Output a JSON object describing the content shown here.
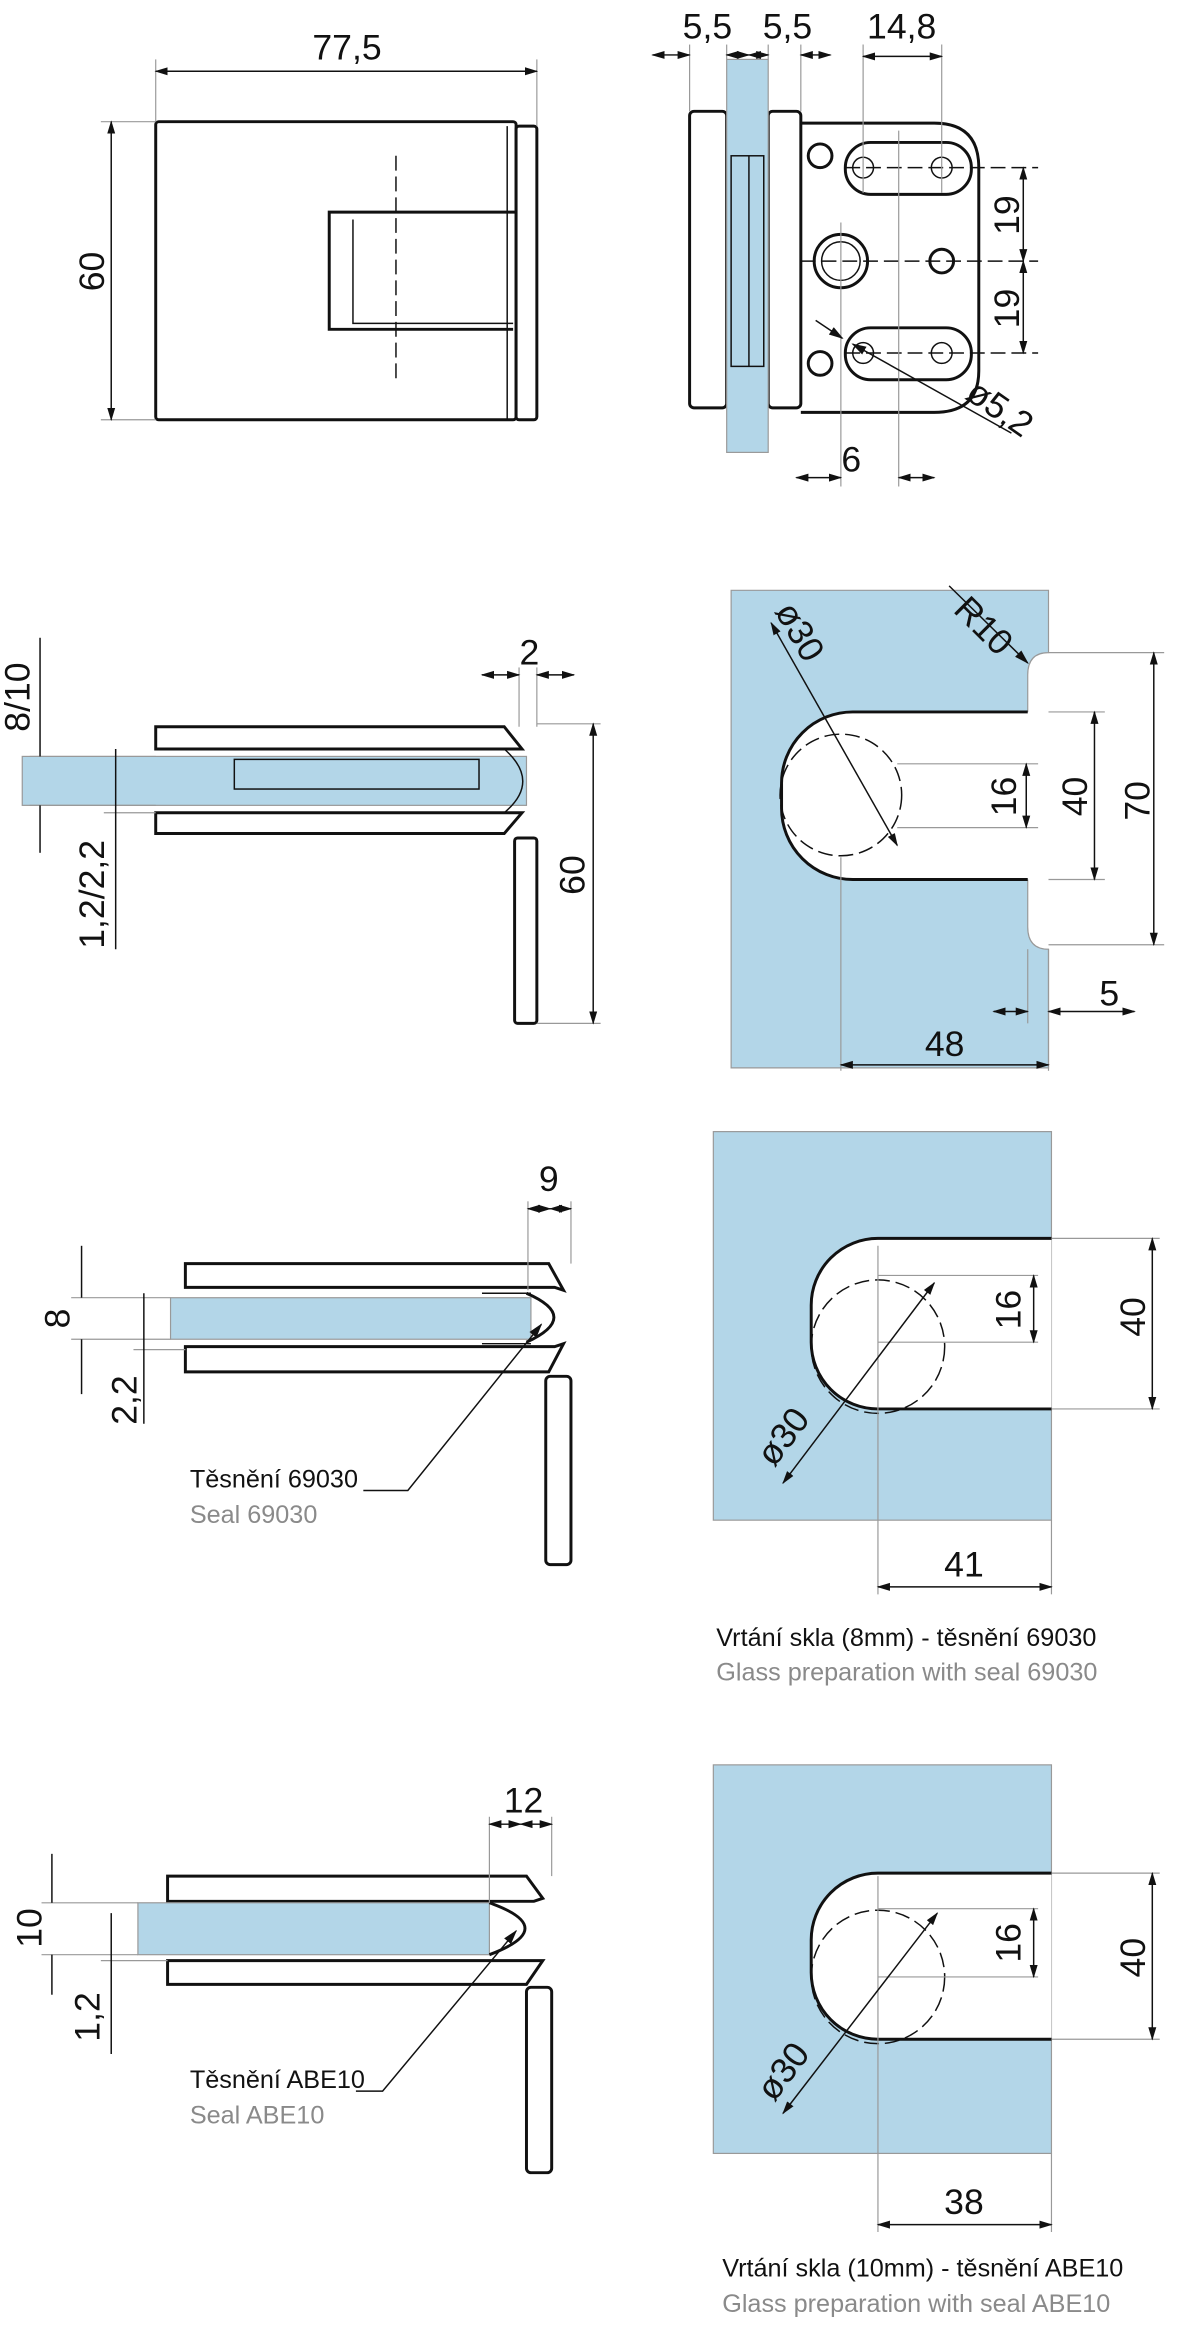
{
  "front_view": {
    "width_dim": "77,5",
    "height_dim": "60"
  },
  "side_view": {
    "glass_gap_left": "5,5",
    "glass_gap_right": "5,5",
    "slot_length": "14,8",
    "spacing_top": "19",
    "spacing_bottom": "19",
    "hole_offset": "6",
    "hole_diameter": "ø5,2"
  },
  "section_main": {
    "glass_thickness": "8/10",
    "gasket": "1,2/2,2",
    "offset": "2",
    "height": "60"
  },
  "glass_prep_main": {
    "radius": "R10",
    "diameter": "ø30",
    "slot": "16",
    "notch_height": "40",
    "total_height": "70",
    "depth": "48",
    "recess": "5"
  },
  "section_8mm": {
    "glass_thickness": "8",
    "gasket": "2,2",
    "offset": "9",
    "seal_label_cz": "Těsnění 69030",
    "seal_label_en": "Seal 69030"
  },
  "glass_prep_8mm": {
    "diameter": "ø30",
    "slot": "16",
    "notch_height": "40",
    "depth": "41",
    "caption_cz": "Vrtání skla (8mm) - těsnění 69030",
    "caption_en": "Glass preparation with seal 69030"
  },
  "section_10mm": {
    "glass_thickness": "10",
    "gasket": "1,2",
    "offset": "12",
    "seal_label_cz": "Těsnění ABE10",
    "seal_label_en": "Seal ABE10"
  },
  "glass_prep_10mm": {
    "diameter": "ø30",
    "slot": "16",
    "notch_height": "40",
    "depth": "38",
    "caption_cz": "Vrtání skla (10mm) - těsnění ABE10",
    "caption_en": "Glass preparation with seal ABE10"
  },
  "colors": {
    "glass": "#b3d6e8",
    "grey_text": "#8a8a8a"
  }
}
